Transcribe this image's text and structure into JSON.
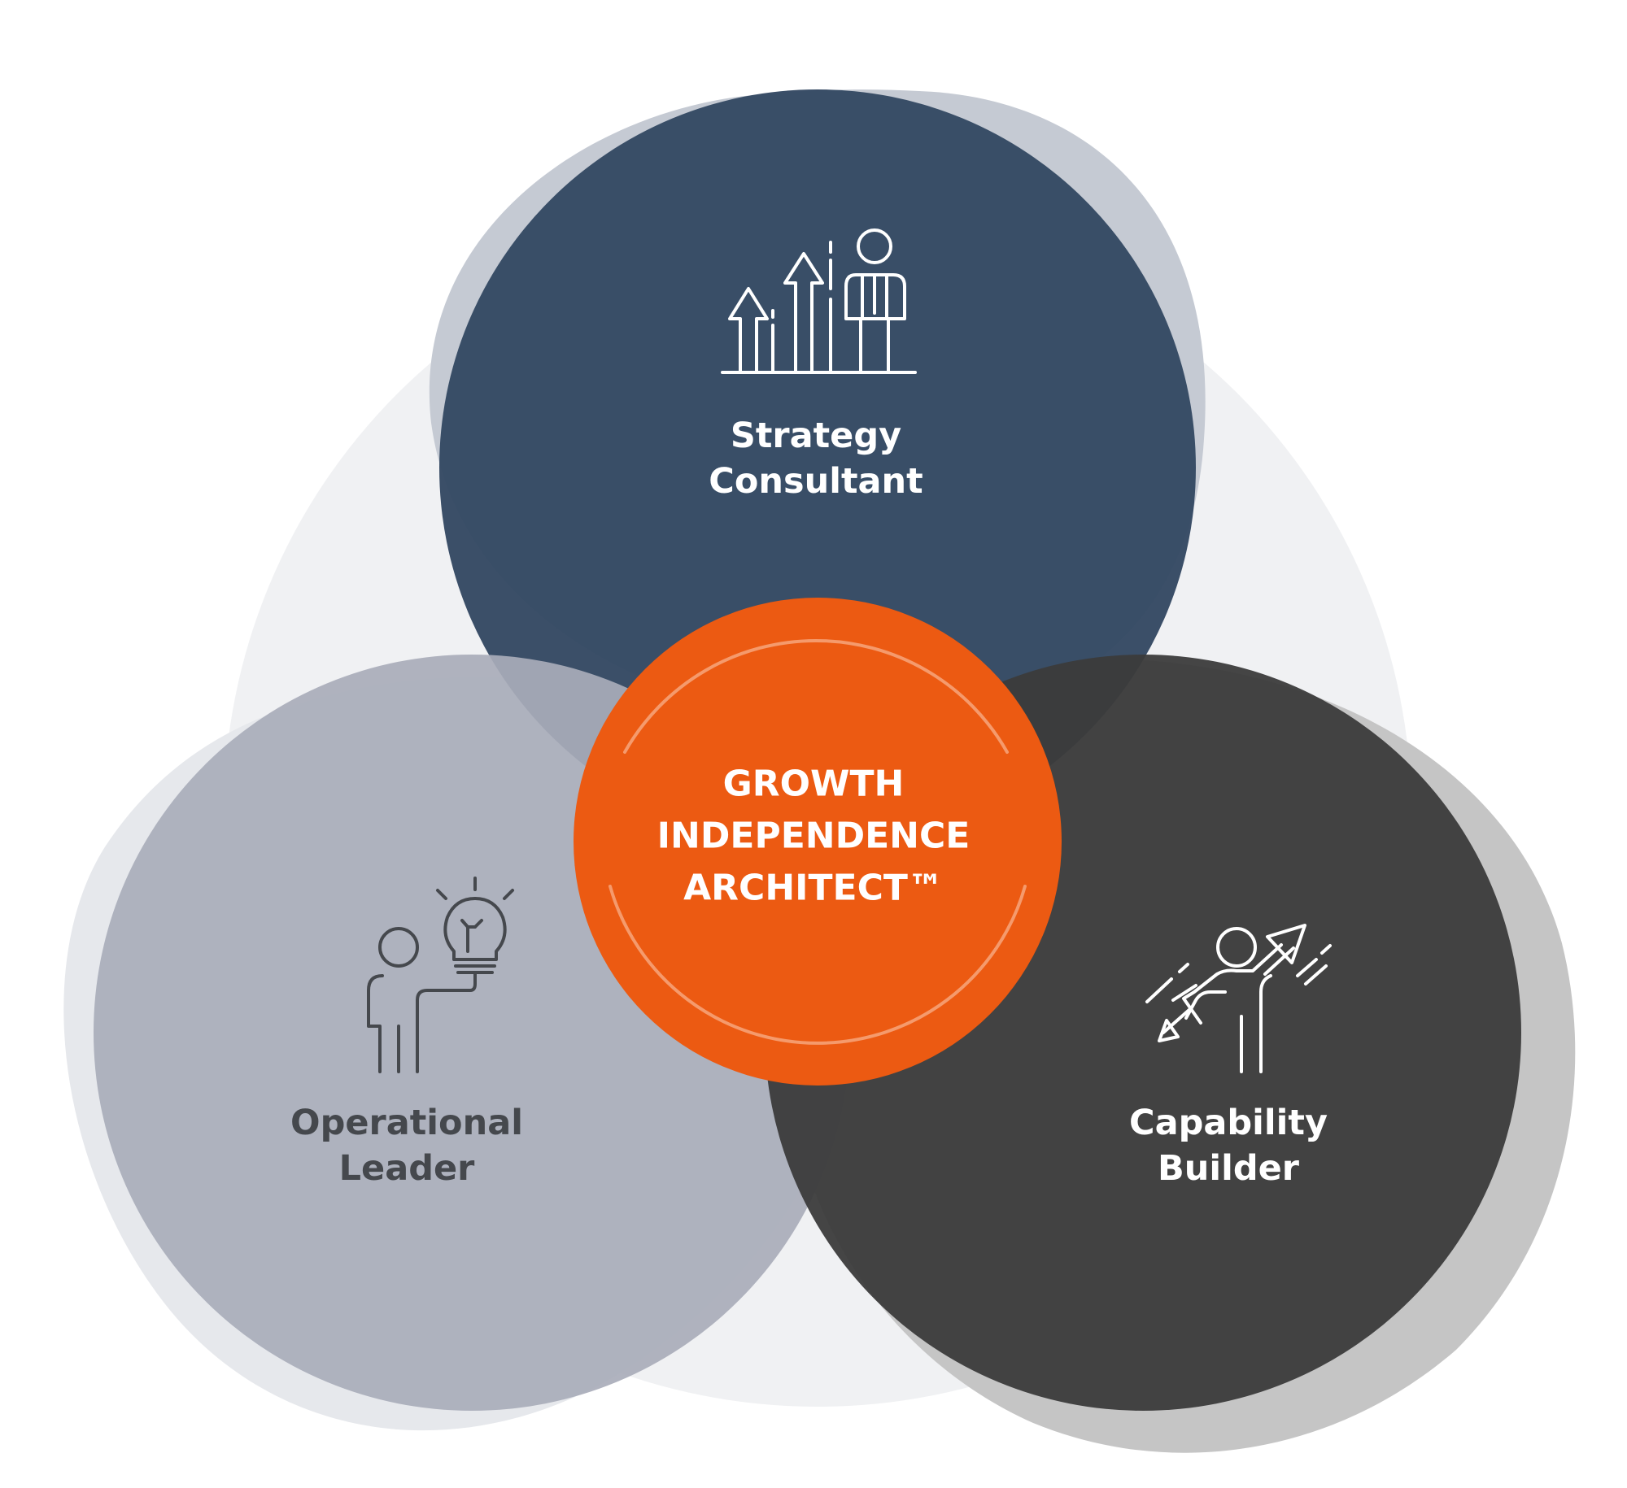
{
  "diagram": {
    "center": {
      "lines": [
        "GROWTH",
        "INDEPENDENCE",
        "ARCHITECT™"
      ],
      "color": "#ec5a12"
    },
    "roles": [
      {
        "id": "strategy",
        "lines": [
          "Strategy",
          "Consultant"
        ],
        "icon": "growth-arrows-person-icon",
        "color": "#354963"
      },
      {
        "id": "operational",
        "lines": [
          "Operational",
          "Leader"
        ],
        "icon": "person-lightbulb-icon",
        "color": "#aeb2bd"
      },
      {
        "id": "capability",
        "lines": [
          "Capability",
          "Builder"
        ],
        "icon": "person-diagonal-arrow-icon",
        "color": "#434343"
      }
    ],
    "background_color": "#f0f1f3"
  }
}
